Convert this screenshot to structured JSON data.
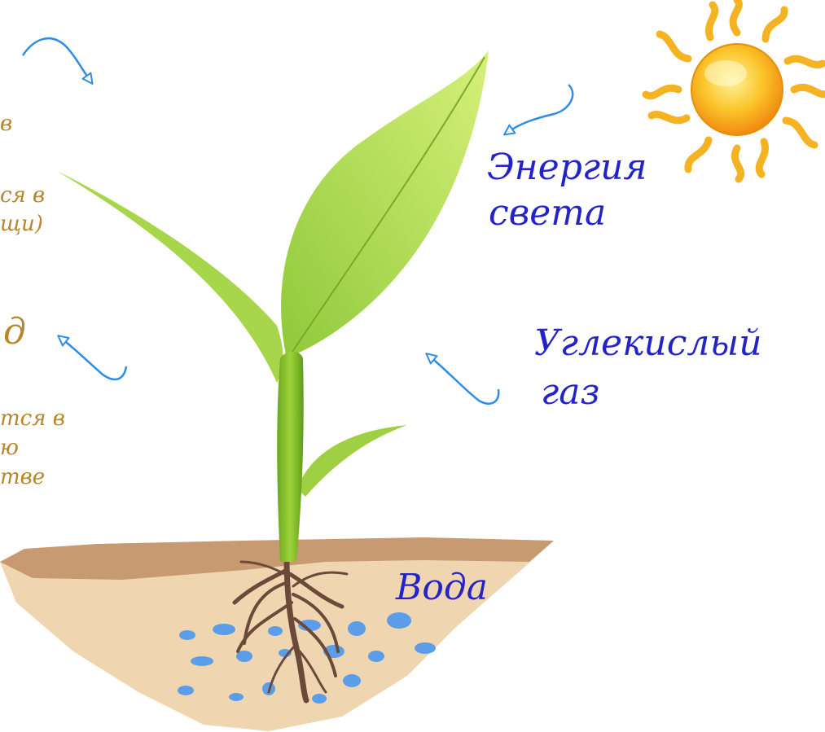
{
  "labels": {
    "oxygen_partial": "д",
    "sugar_note_fragments": [
      "в",
      "ся в",
      "щи)"
    ],
    "oxygen_note_fragments": [
      "тся в",
      "ю",
      "тве"
    ],
    "light_energy": [
      "Энергия",
      "света"
    ],
    "carbon_dioxide": [
      "Углекислый",
      "газ"
    ],
    "water": "Вода"
  },
  "colors": {
    "label_blue": "#2323c8",
    "note_gold": "#b8862a",
    "arrow_blue": "#2f8de4",
    "leaf_green": "#b6e05a",
    "stem_green": "#7fbf2a",
    "soil_top": "#c89a72",
    "soil_body": "#f0d6b0",
    "water_drops": "#5b9de8",
    "roots": "#6b4a3a",
    "sun_rays": "#f5b323",
    "sun_core": "#fca010"
  },
  "icons": {
    "sun": "sun-icon",
    "arrows": "curved-arrow-icon"
  }
}
